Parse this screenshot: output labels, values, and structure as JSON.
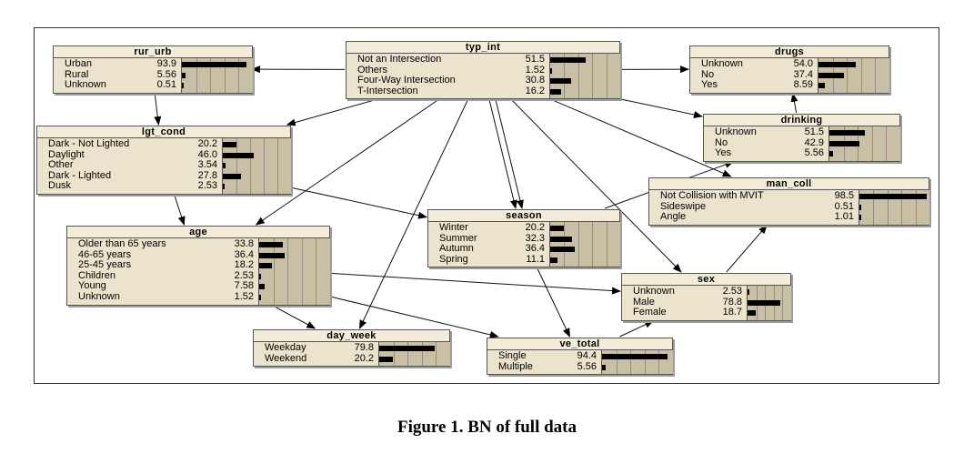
{
  "caption": "Figure 1. BN of full data",
  "nodes": [
    {
      "id": "rur_urb",
      "title": "rur_urb",
      "states": [
        {
          "label": "Urban",
          "value": "93.9"
        },
        {
          "label": "Rural",
          "value": "5.56"
        },
        {
          "label": "Unknown",
          "value": "0.51"
        }
      ]
    },
    {
      "id": "typ_int",
      "title": "typ_int",
      "states": [
        {
          "label": "Not an Intersection",
          "value": "51.5"
        },
        {
          "label": "Others",
          "value": "1.52"
        },
        {
          "label": "Four-Way Intersection",
          "value": "30.8"
        },
        {
          "label": "T-Intersection",
          "value": "16.2"
        }
      ]
    },
    {
      "id": "drugs",
      "title": "drugs",
      "states": [
        {
          "label": "Unknown",
          "value": "54.0"
        },
        {
          "label": "No",
          "value": "37.4"
        },
        {
          "label": "Yes",
          "value": "8.59"
        }
      ]
    },
    {
      "id": "lgt_cond",
      "title": "lgt_cond",
      "states": [
        {
          "label": "Dark - Not Lighted",
          "value": "20.2"
        },
        {
          "label": "Daylight",
          "value": "46.0"
        },
        {
          "label": "Other",
          "value": "3.54"
        },
        {
          "label": "Dark - Lighted",
          "value": "27.8"
        },
        {
          "label": "Dusk",
          "value": "2.53"
        }
      ]
    },
    {
      "id": "drinking",
      "title": "drinking",
      "states": [
        {
          "label": "Unknown",
          "value": "51.5"
        },
        {
          "label": "No",
          "value": "42.9"
        },
        {
          "label": "Yes",
          "value": "5.56"
        }
      ]
    },
    {
      "id": "man_coll",
      "title": "man_coll",
      "states": [
        {
          "label": "Not Collision with MVIT",
          "value": "98.5"
        },
        {
          "label": "Sideswipe",
          "value": "0.51"
        },
        {
          "label": "Angle",
          "value": "1.01"
        }
      ]
    },
    {
      "id": "season",
      "title": "season",
      "states": [
        {
          "label": "Winter",
          "value": "20.2"
        },
        {
          "label": "Summer",
          "value": "32.3"
        },
        {
          "label": "Autumn",
          "value": "36.4"
        },
        {
          "label": "Spring",
          "value": "11.1"
        }
      ]
    },
    {
      "id": "age",
      "title": "age",
      "states": [
        {
          "label": "Older than 65 years",
          "value": "33.8"
        },
        {
          "label": "46-65 years",
          "value": "36.4"
        },
        {
          "label": "25-45 years",
          "value": "18.2"
        },
        {
          "label": "Children",
          "value": "2.53"
        },
        {
          "label": "Young",
          "value": "7.58"
        },
        {
          "label": "Unknown",
          "value": "1.52"
        }
      ]
    },
    {
      "id": "sex",
      "title": "sex",
      "states": [
        {
          "label": "Unknown",
          "value": "2.53"
        },
        {
          "label": "Male",
          "value": "78.8"
        },
        {
          "label": "Female",
          "value": "18.7"
        }
      ]
    },
    {
      "id": "day_week",
      "title": "day_week",
      "states": [
        {
          "label": "Weekday",
          "value": "79.8"
        },
        {
          "label": "Weekend",
          "value": "20.2"
        }
      ]
    },
    {
      "id": "ve_total",
      "title": "ve_total",
      "states": [
        {
          "label": "Single",
          "value": "94.4"
        },
        {
          "label": "Multiple",
          "value": "5.56"
        }
      ]
    }
  ],
  "edges": [
    {
      "from": "typ_int",
      "to": "rur_urb"
    },
    {
      "from": "typ_int",
      "to": "drugs"
    },
    {
      "from": "typ_int",
      "to": "lgt_cond"
    },
    {
      "from": "typ_int",
      "to": "age"
    },
    {
      "from": "typ_int",
      "to": "drinking"
    },
    {
      "from": "typ_int",
      "to": "season"
    },
    {
      "from": "typ_int",
      "to": "season"
    },
    {
      "from": "typ_int",
      "to": "sex"
    },
    {
      "from": "typ_int",
      "to": "man_coll"
    },
    {
      "from": "typ_int",
      "to": "day_week"
    },
    {
      "from": "rur_urb",
      "to": "lgt_cond"
    },
    {
      "from": "lgt_cond",
      "to": "age"
    },
    {
      "from": "lgt_cond",
      "to": "season"
    },
    {
      "from": "drinking",
      "to": "drugs"
    },
    {
      "from": "season",
      "to": "drinking"
    },
    {
      "from": "season",
      "to": "ve_total"
    },
    {
      "from": "age",
      "to": "day_week"
    },
    {
      "from": "age",
      "to": "sex"
    },
    {
      "from": "age",
      "to": "ve_total"
    },
    {
      "from": "sex",
      "to": "man_coll"
    },
    {
      "from": "ve_total",
      "to": "sex"
    }
  ]
}
